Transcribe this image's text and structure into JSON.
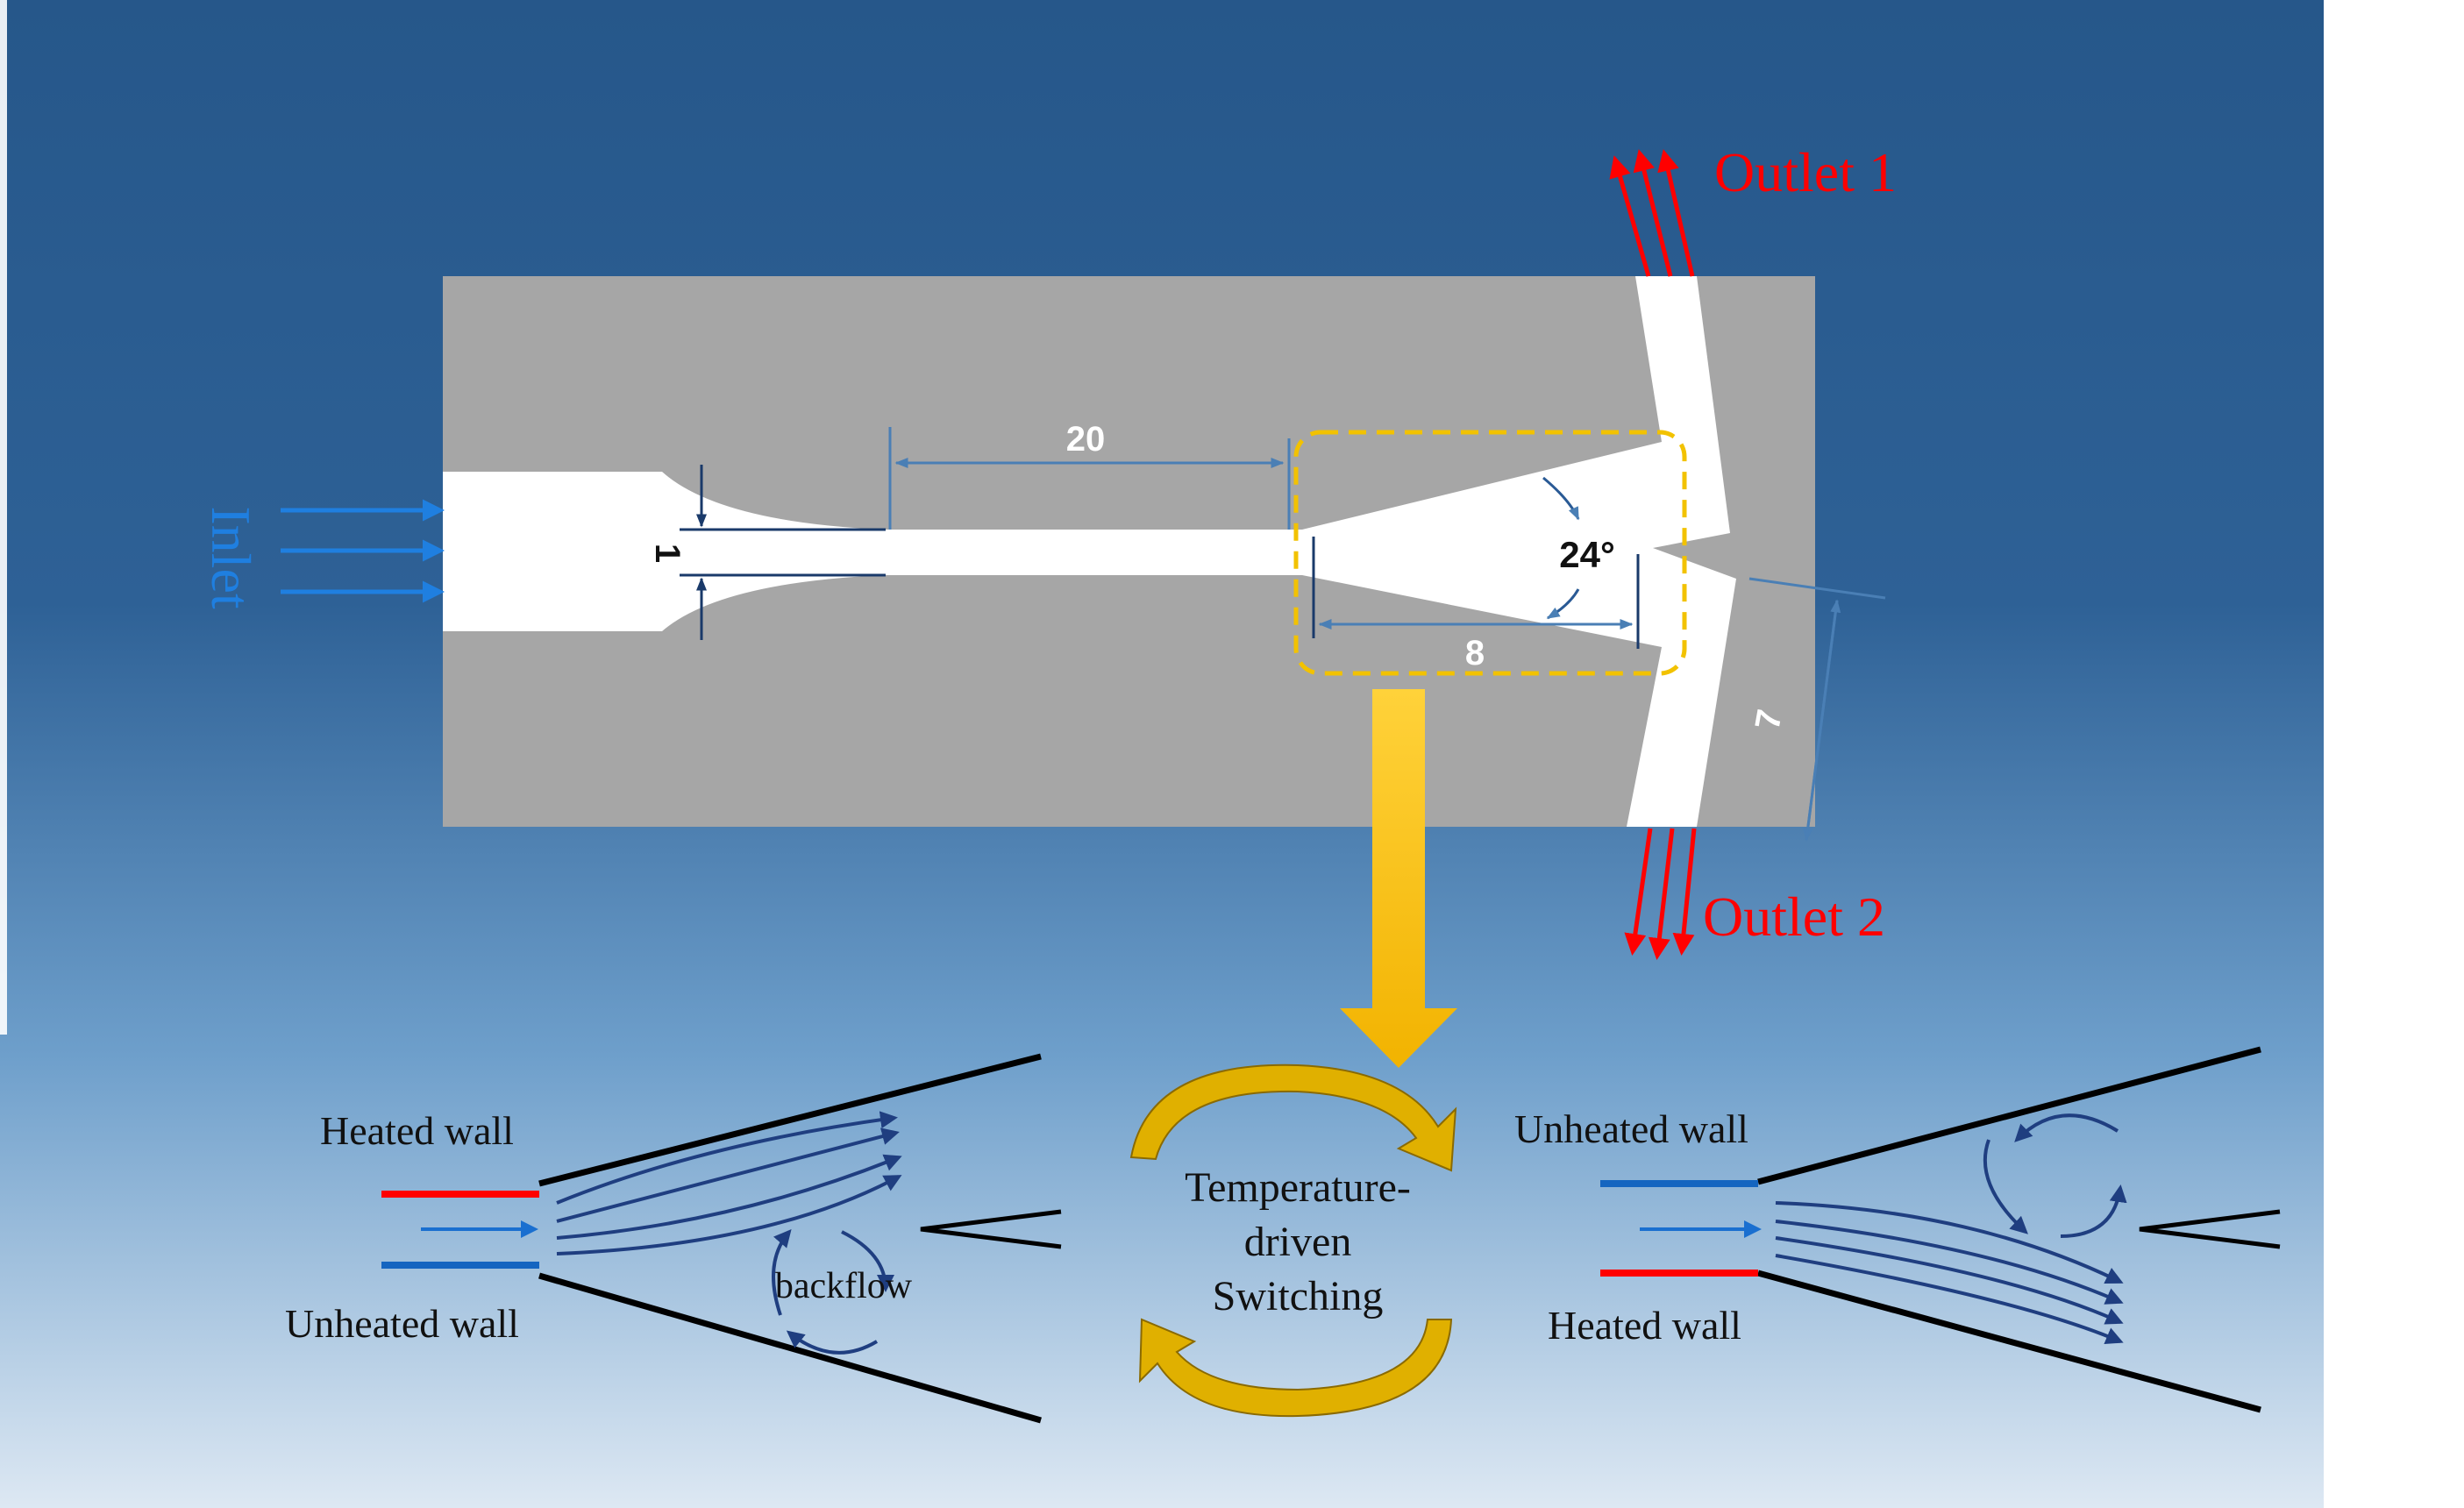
{
  "labels": {
    "inlet": "Inlet",
    "outlet1": "Outlet 1",
    "outlet2": "Outlet 2",
    "dim_length": "20",
    "dim_throat": "1",
    "dim_angle": "24°",
    "dim_splitter": "8",
    "dim_outlet": "7",
    "left_heated": "Heated wall",
    "left_unheated": "Unheated wall",
    "backflow": "backflow",
    "switch_line1": "Temperature-",
    "switch_line2": "driven",
    "switch_line3": "Switching",
    "right_unheated": "Unheated wall",
    "right_heated": "Heated wall"
  },
  "colors": {
    "bg_top": "#26578a",
    "bg_bottom": "#dde8f3",
    "plate": "#a6a6a6",
    "inlet_blue": "#1f7fe0",
    "outlet_red": "#ff0000",
    "dim_blue": "#4a7fb5",
    "focus_yellow": "#f2c200",
    "switch_gold": "#d9a300",
    "heated_red": "#ff0000",
    "unheated_blue": "#1565c0",
    "stream_navy": "#1f3e80"
  }
}
